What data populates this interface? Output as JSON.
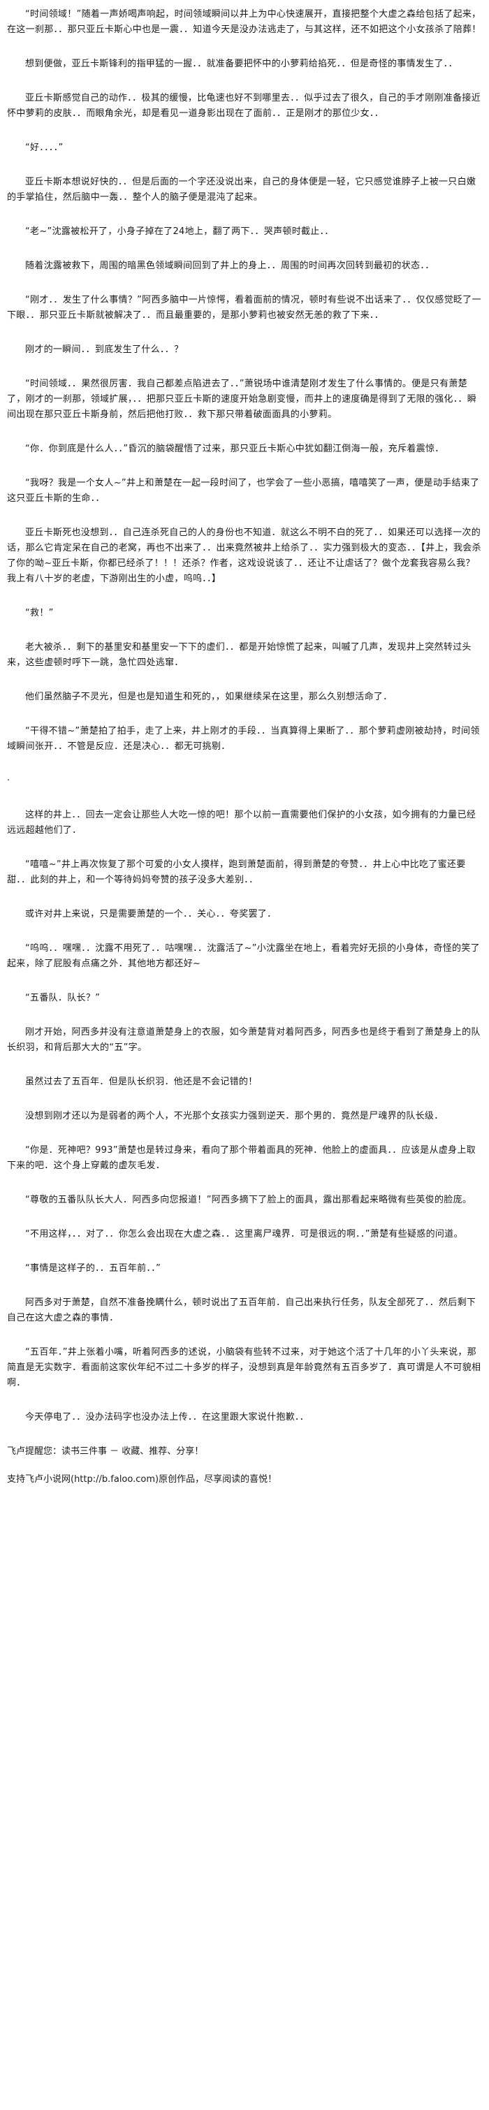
{
  "paragraphs": [
    "“时间领域！”随着一声娇喝声响起，时间领域瞬间以井上为中心快速展开，直接把整个大虚之森给包括了起来，在这一刹那．．那只亚丘卡斯心中也是一震．．知道今天是没办法逃走了，与其这样，还不如把这个小女孩杀了陪葬！",
    "想到便做，亚丘卡斯锋利的指甲猛的一握．．就准备要把怀中的小萝莉给掐死．．但是奇怪的事情发生了．．",
    "亚丘卡斯感觉自己的动作．．极其的缓慢，比龟速也好不到哪里去．．似乎过去了很久，自己的手才刚刚准备接近怀中萝莉的皮肤．．而眼角余光，却是看见一道身影出现在了面前．．正是刚才的那位少女．．",
    "“好．．．．”",
    "亚丘卡斯本想说好快的．．但是后面的一个字还没说出来，自己的身体便是一轻，它只感觉谁脖子上被一只白嫩的手掌掐住，然后脑中一轰．．整个人的脑子便是混沌了起来。",
    "“老~”沈露被松开了，小身子掉在了24地上，翻了两下．．哭声顿时截止．．",
    "随着沈露被救下，周围的暗黑色领域瞬间回到了井上的身上．．周围的时间再次回转到最初的状态．．",
    "“刚才．．发生了什么事情？”阿西多脑中一片惊愕，看着面前的情况，顿时有些说不出话来了．．仅仅感觉眨了一下眼．．那只亚丘卡斯就被解决了．．而且最重要的，是那小萝莉也被安然无恙的救了下来．．",
    "刚才的一瞬间．．到底发生了什么．．？",
    "“时间领域．．果然很厉害．我自己都差点陷进去了．．”萧锐场中谁清楚刚才发生了什么事情的。便是只有萧楚了，刚才的一刹那，领域扩展，．．把那只亚丘卡斯的速度开始急剧变慢，而井上的速度确是得到了无限的强化．．瞬间出现在那只亚丘卡斯身前，然后把他打败．．救下那只带着破面面具的小萝莉。",
    "“你．你到底是什么人．．”昏沉的脑袋醒悟了过来，那只亚丘卡斯心中犹如翻江倒海一般，充斥着震惊．",
    "“我呀？我是一个女人~”井上和萧楚在一起一段时间了，也学会了一些小恶搞，嘻嘻笑了一声，便是动手结束了这只亚丘卡斯的生命．．",
    "亚丘卡斯死也没想到．．自己连杀死自己的人的身份也不知道．就这么不明不白的死了．．如果还可以选择一次的话，那么它肯定呆在自己的老窝，再也不出来了．．出来竟然被井上给杀了．．实力强到极大的变态．．【井上，我会杀了你的呦~亚丘卡斯，你都已经杀了！！！还杀？作者，这戏设说该了．．还让不让虐话了？做个龙套我容易么我？我上有八十岁的老虚，下游刚出生的小虚，呜呜．．】",
    "“救！”",
    "老大被杀．．剩下的基里安和基里安一下下的虚们．．都是开始惊慌了起来，叫嘁了几声，发现井上突然转过头来，这些虚顿时呼下一跳，急忙四处逃窜．",
    "他们虽然脑子不灵光，但是也是知道生和死的，，如果继续呆在这里，那么久别想活命了．",
    "“干得不错~”萧楚拍了拍手，走了上来，井上刚才的手段．．当真算得上果断了．．那个萝莉虚刚被劫持，时间领域瞬间张开．．不管是反应．还是决心．．都无可挑剔．",
    "·",
    "这样的井上．．回去一定会让那些人大吃一惊的吧！那个以前一直需要他们保护的小女孩，如今拥有的力量已经远远超越他们了．",
    "“嘻嘻~”井上再次恢复了那个可爱的小女人摸样，跑到萧楚面前，得到萧楚的夸赞．．井上心中比吃了蜜还要甜．．此刻的井上，和一个等待妈妈夸赞的孩子没多大差别．．",
    "或许对井上来说，只是需要萧楚的一个．．关心．．夸奖罢了．",
    "“呜呜．．嘿嘿．．沈露不用死了．．咕嘿嘿．．沈露活了~”小沈露坐在地上，看着完好无损的小身体，奇怪的笑了起来，除了屁股有点痛之外．其他地方都还好~",
    "“五番队．队长？”",
    "刚才开始，阿西多并没有注意道萧楚身上的衣服，如今萧楚背对着阿西多，阿西多也是终于看到了萧楚身上的队长织羽，和背后那大大的“五”字。",
    "虽然过去了五百年．但是队长织羽．他还是不会记错的！",
    "没想到刚才还以为是弱者的两个人，不光那个女孩实力强到逆天．那个男的．竟然是尸魂界的队长级．",
    "“你是．死神吧？993”萧楚也是转过身来，看向了那个带着面具的死神．他脸上的虚面具．．应该是从虚身上取下来的吧．这个身上穿戴的虚灰毛发．",
    "“尊敬的五番队队长大人．阿西多向您报道！”阿西多摘下了脸上的面具，露出那看起来略微有些英俊的脸庞。",
    "“不用这样，．．对了．．你怎么会出现在大虚之森．．这里离尸魂界．可是很远的啊．．”萧楚有些疑惑的问道。",
    "“事情是这样子的．．五百年前．．”",
    "阿西多对于萧楚，自然不准备挽瞒什么，顿时说出了五百年前．自己出来执行任务，队友全部死了．．然后剩下自己在这大虚之森的事情．",
    "“五百年．”井上张着小嘴，听着阿西多的述说，小脑袋有些转不过来，对于她这个活了十几年的小丫头来说，那简直是无实数字．看面前这家伙年纪不过二十多岁的样子，没想到真是年龄竟然有五百多岁了．真可谓是人不可貌相啊．",
    "今天停电了．．没办法码字也没办法上传．．在这里跟大家说什抱歉．．"
  ],
  "footer": {
    "promo": "飞卢提醒您：读书三件事 － 收藏、推荐、分享！",
    "support": "支持飞卢小说网(http://b.faloo.com)原创作品，尽享阅读的喜悦！"
  }
}
